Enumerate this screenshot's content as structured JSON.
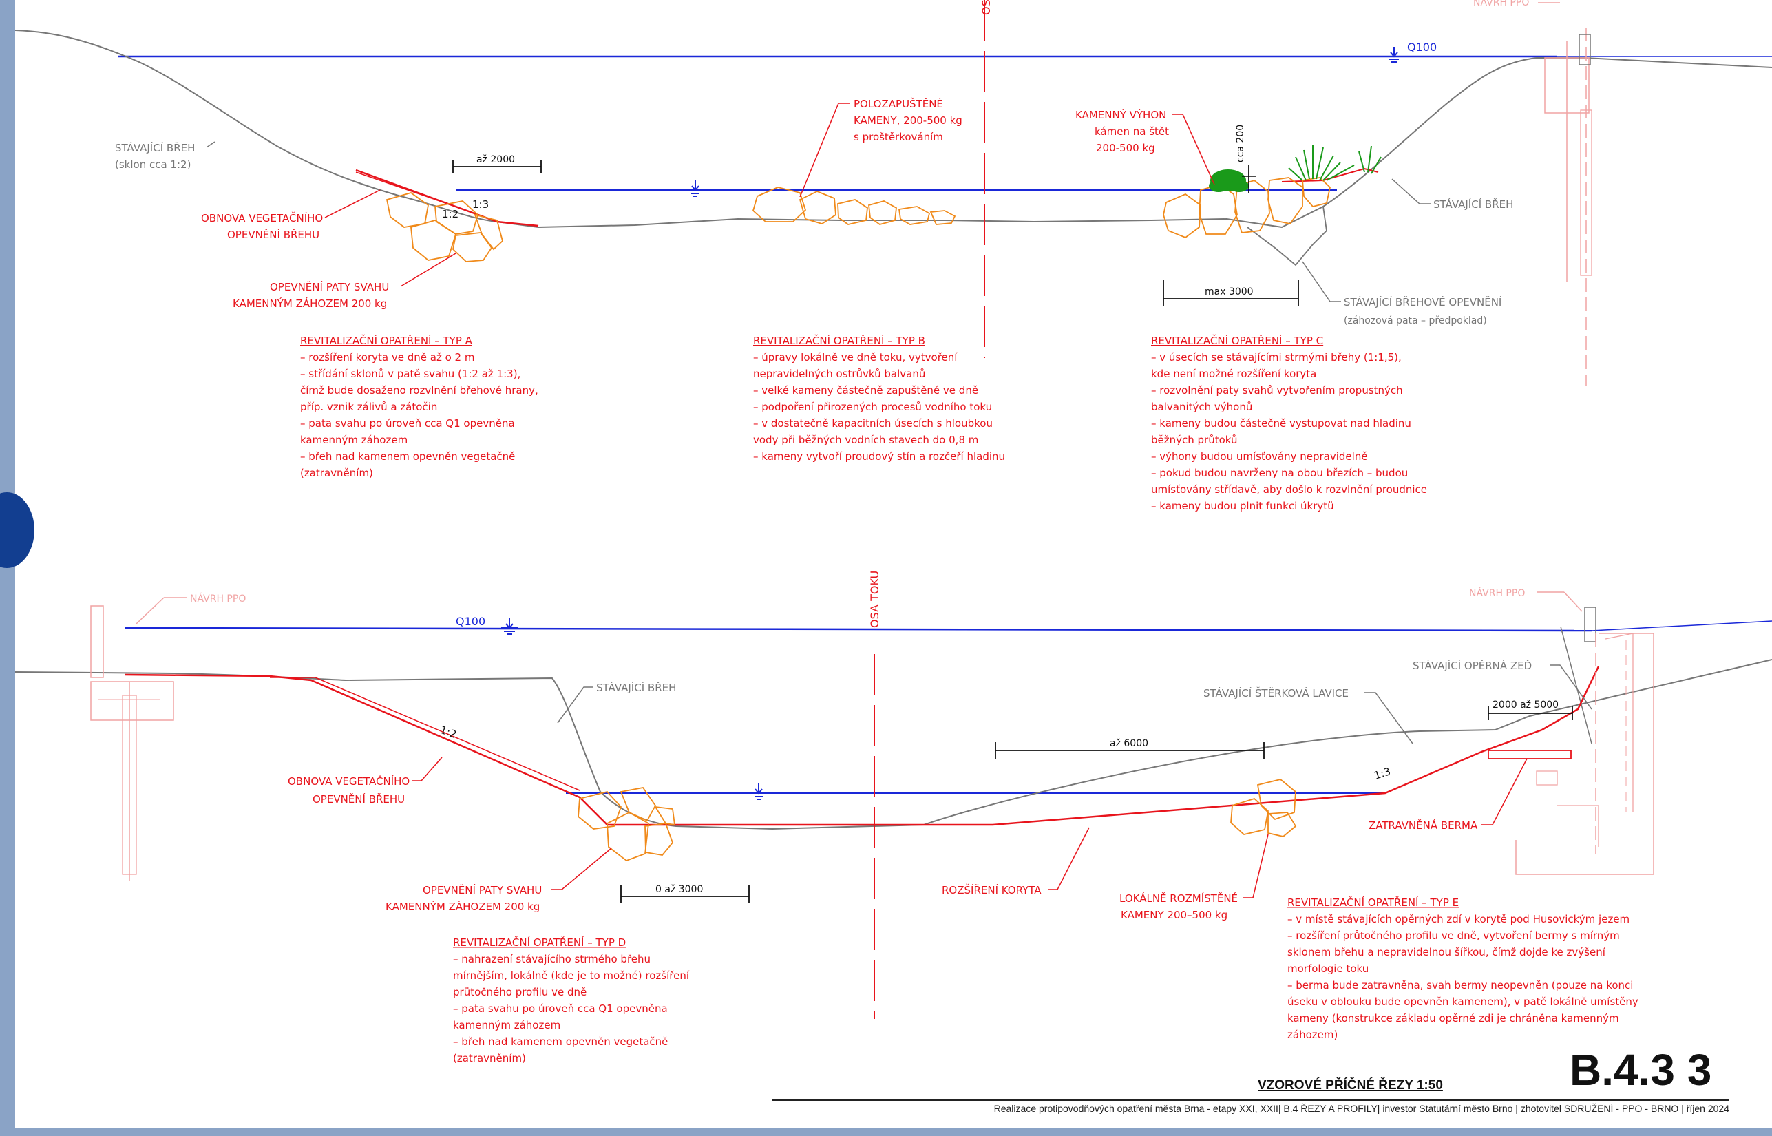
{
  "sheet": {
    "number": "B.4.3 3",
    "title": "VZOROVÉ PŘÍČNÉ ŘEZY 1:50",
    "footer": "Realizace protipovodňových opatření města Brna - etapy XXI, XXII| B.4 ŘEZY A PROFILY| investor Statutární město Brno | zhotovitel SDRUŽENÍ - PPO - BRNO | říjen 2024"
  },
  "section_top": {
    "axis": "OSA",
    "q100": "Q100",
    "navrh_ppo": "NÁVRH PPO",
    "left_bank": [
      "STÁVAJÍCÍ BŘEH",
      "(sklon cca 1:2)"
    ],
    "right_bank": "STÁVAJÍCÍ BŘEH",
    "veg_label": [
      "OBNOVA VEGETAČNÍHO",
      "OPEVNĚNÍ BŘEHU"
    ],
    "toe_label": [
      "OPEVNĚNÍ PATY SVAHU",
      "KAMENNÝM ZÁHOZEM 200 kg"
    ],
    "dim_a": "až 2000",
    "slope_13": "1:3",
    "slope_12": "1:2",
    "stones_label": [
      "POLOZAPUŠTĚNÉ",
      "KAMENY, 200-500 kg",
      "s proštěrkováním"
    ],
    "outcrop_label": [
      "KAMENNÝ VÝHON",
      "kámen na štět",
      "200-500 kg"
    ],
    "dim_cca": "cca 200",
    "dim_max": "max 3000",
    "existing_rev": [
      "STÁVAJÍCÍ BŘEHOVÉ OPEVNĚNÍ",
      "(záhozová pata – předpoklad)"
    ],
    "type_a": {
      "title": "REVITALIZAČNÍ OPATŘENÍ – TYP A",
      "lines": [
        "– rozšíření koryta ve dně až o 2 m",
        "– střídání sklonů v patě svahu (1:2 až 1:3),",
        "čímž bude dosaženo rozvlnění břehové hrany,",
        "příp. vznik zálivů a zátočin",
        "– pata svahu po úroveň cca Q1 opevněna",
        "kamenným záhozem",
        "– břeh nad kamenem opevněn vegetačně",
        "(zatravněním)"
      ]
    },
    "type_b": {
      "title": "REVITALIZAČNÍ OPATŘENÍ – TYP B",
      "lines": [
        "– úpravy lokálně ve dně toku, vytvoření",
        "nepravidelných ostrůvků balvanů",
        "– velké kameny částečně zapuštěné ve dně",
        "– podpoření přirozených procesů vodního toku",
        "– v dostatečně kapacitních úsecích s hloubkou",
        "vody při běžných vodních stavech do 0,8 m",
        "– kameny vytvoří proudový stín a rozčeří hladinu"
      ]
    },
    "type_c": {
      "title": "REVITALIZAČNÍ OPATŘENÍ – TYP C",
      "lines": [
        "– v úsecích se stávajícími strmými břehy (1:1,5),",
        "kde není možné rozšíření koryta",
        "– rozvolnění paty svahů vytvořením propustných",
        "balvanitých výhonů",
        "– kameny budou částečně vystupovat nad hladinu",
        "běžných průtoků",
        "– výhony budou umísťovány nepravidelně",
        "– pokud budou navrženy na obou březích – budou",
        "umísťovány střídavě, aby došlo k rozvlnění proudnice",
        "– kameny budou plnit funkci úkrytů"
      ]
    }
  },
  "section_bottom": {
    "axis": "OSA TOKU",
    "q100": "Q100",
    "navrh_ppo_left": "NÁVRH PPO",
    "navrh_ppo_right": "NÁVRH PPO",
    "left_bank": "STÁVAJÍCÍ BŘEH",
    "gravel_bar": "STÁVAJÍCÍ ŠTĚRKOVÁ LAVICE",
    "wall": "STÁVAJÍCÍ OPĚRNÁ ZEĎ",
    "slope_12": "1:2",
    "slope_13": "1:3",
    "veg_label": [
      "OBNOVA VEGETAČNÍHO",
      "OPEVNĚNÍ BŘEHU"
    ],
    "toe_label": [
      "OPEVNĚNÍ PATY SVAHU",
      "KAMENNÝM ZÁHOZEM 200 kg"
    ],
    "dim_0_3000": "0 až 3000",
    "dim_6000": "až 6000",
    "dim_2000_5000": "2000 až 5000",
    "widening": "ROZŠÍŘENÍ KORYTA",
    "stones_label": [
      "LOKÁLNĚ ROZMÍSTĚNÉ",
      "KAMENY 200–500 kg"
    ],
    "berm": "ZATRAVNĚNÁ BERMA",
    "type_d": {
      "title": "REVITALIZAČNÍ OPATŘENÍ – TYP D",
      "lines": [
        "– nahrazení stávajícího strmého břehu",
        "mírnějším, lokálně (kde je to možné) rozšíření",
        "průtočného profilu ve dně",
        "– pata svahu po úroveň cca Q1 opevněna",
        "kamenným záhozem",
        "– břeh nad kamenem opevněn vegetačně",
        "(zatravněním)"
      ]
    },
    "type_e": {
      "title": "REVITALIZAČNÍ OPATŘENÍ – TYP E",
      "lines": [
        "– v místě stávajících opěrných zdí v korytě pod Husovickým jezem",
        "– rozšíření průtočného profilu ve dně, vytvoření bermy s mírným",
        "sklonem břehu a nepravidelnou šířkou, čímž dojde ke zvýšení",
        "morfologie toku",
        "– berma bude zatravněna, svah bermy neopevněn (pouze na konci",
        "úseku v oblouku bude opevněn kamenem), v patě lokálně umístěny",
        "kameny (konstrukce základu opěrné zdi je chráněna kamenným",
        "záhozem)"
      ]
    }
  },
  "colors": {
    "water": "#1a28d8",
    "design": "#e8141c",
    "existing": "#777777",
    "stone": "#f08a1a",
    "vegetation": "#1a9a1a"
  }
}
